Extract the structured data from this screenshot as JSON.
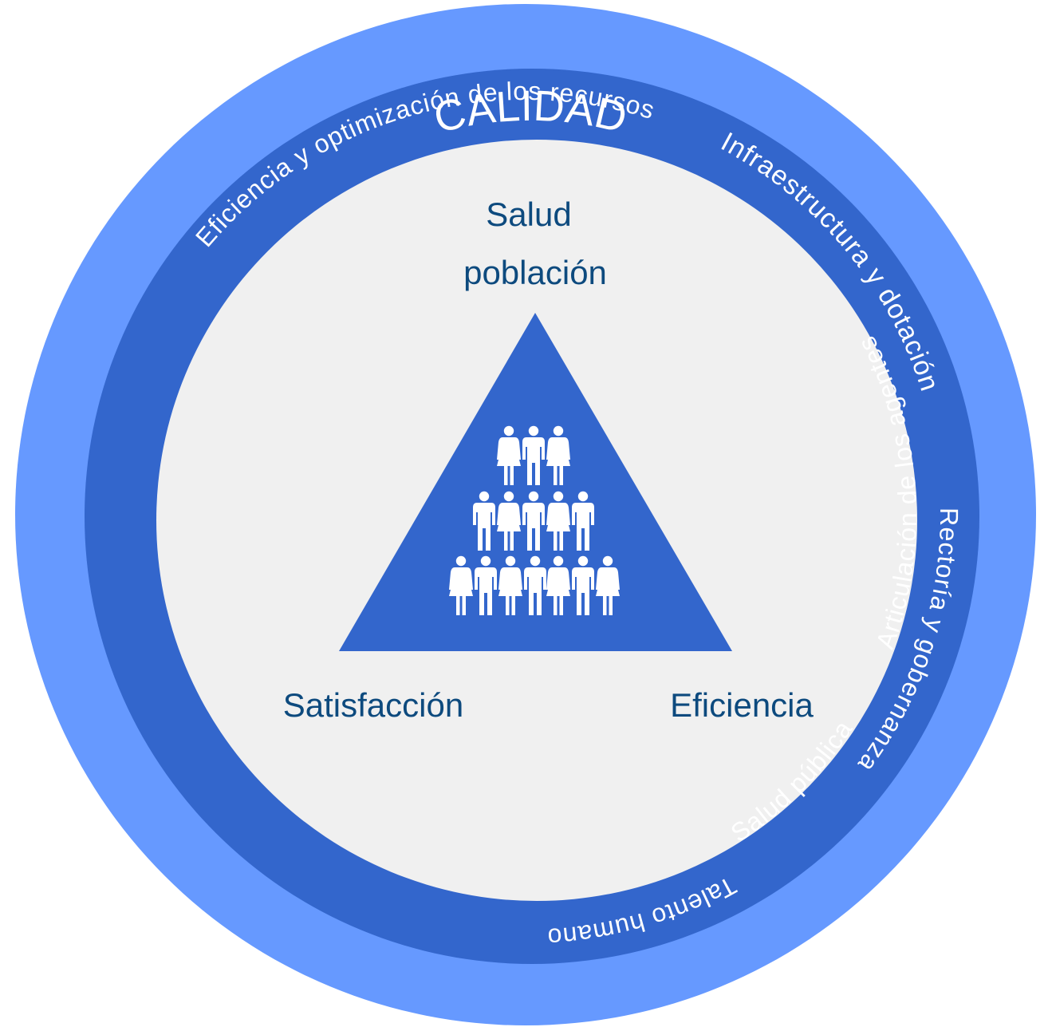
{
  "colors": {
    "outer_ring": "#6699ff",
    "middle_ring": "#3366cc",
    "inner_disc": "#f0f0f0",
    "triangle": "#3366cc",
    "ring_text": "#ffffff",
    "inner_text": "#0d4a7e",
    "person_icon": "#ffffff"
  },
  "outer_ring": {
    "label": "CALIDAD"
  },
  "middle_ring": {
    "labels": [
      "Infraestructura y dotación",
      "Rectoría y gobernanza",
      "Talento humano",
      "Salud pública",
      "Articulación de los agentes",
      "Eficiencia y optimización de los recursos"
    ]
  },
  "triangle": {
    "top_label_line1": "Salud",
    "top_label_line2": "población",
    "left_label": "Satisfacción",
    "right_label": "Eficiencia",
    "center_icon": "people-group-icon"
  }
}
